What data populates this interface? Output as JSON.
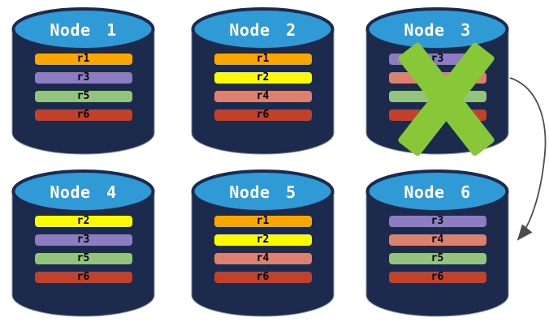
{
  "colors": {
    "cylinder_body": "#1C2B4D",
    "cylinder_top": "#2F9AD6",
    "cylinder_outline": "#8593AD",
    "failure_x": "#87C738",
    "arrow": "#4D4D4D",
    "title_text": "#FFFFFF",
    "row_text": "#000000"
  },
  "replica_colors": {
    "r1": "#F9A602",
    "r2": "#FBFB00",
    "r3": "#8E7CC3",
    "r4": "#DC8170",
    "r5": "#93C47D",
    "r6": "#C3402A"
  },
  "nodes": [
    {
      "title": "Node 1",
      "failed": false,
      "rows": [
        {
          "label": "r1",
          "color": "#F9A602"
        },
        {
          "label": "r3",
          "color": "#8E7CC3"
        },
        {
          "label": "r5",
          "color": "#93C47D"
        },
        {
          "label": "r6",
          "color": "#C3402A"
        }
      ]
    },
    {
      "title": "Node 2",
      "failed": false,
      "rows": [
        {
          "label": "r1",
          "color": "#F9A602"
        },
        {
          "label": "r2",
          "color": "#FBFB00"
        },
        {
          "label": "r4",
          "color": "#DC8170"
        },
        {
          "label": "r6",
          "color": "#C3402A"
        }
      ]
    },
    {
      "title": "Node 3",
      "failed": true,
      "rows": [
        {
          "label": "r3",
          "color": "#8E7CC3"
        },
        {
          "label": "",
          "color": "#DC8170"
        },
        {
          "label": "",
          "color": "#93C47D"
        },
        {
          "label": "",
          "color": "#C3402A"
        }
      ]
    },
    {
      "title": "Node 4",
      "failed": false,
      "rows": [
        {
          "label": "r2",
          "color": "#FBFB00"
        },
        {
          "label": "r3",
          "color": "#8E7CC3"
        },
        {
          "label": "r5",
          "color": "#93C47D"
        },
        {
          "label": "r6",
          "color": "#C3402A"
        }
      ]
    },
    {
      "title": "Node 5",
      "failed": false,
      "rows": [
        {
          "label": "r1",
          "color": "#F9A602"
        },
        {
          "label": "r2",
          "color": "#FBFB00"
        },
        {
          "label": "r4",
          "color": "#DC8170"
        },
        {
          "label": "r6",
          "color": "#C3402A"
        }
      ]
    },
    {
      "title": "Node 6",
      "failed": false,
      "rows": [
        {
          "label": "r3",
          "color": "#8E7CC3"
        },
        {
          "label": "r4",
          "color": "#DC8170"
        },
        {
          "label": "r5",
          "color": "#93C47D"
        },
        {
          "label": "r6",
          "color": "#C3402A"
        }
      ]
    }
  ],
  "annotations": {
    "failure_x_on": "Node 3",
    "arrow": {
      "from": "Node 3",
      "to": "Node 6"
    }
  }
}
